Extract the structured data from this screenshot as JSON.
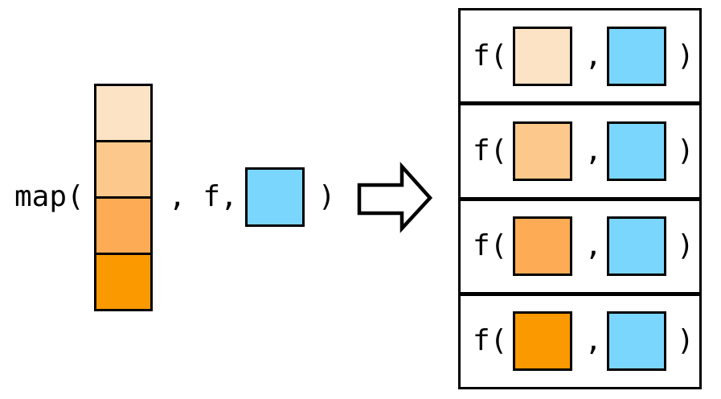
{
  "colors": {
    "background": "#FFFFFF",
    "border": "#000000",
    "text": "#000000",
    "scalar_blue": "#7AD6FC",
    "list_gradient": [
      "#FDE3C5",
      "#FDC88B",
      "#FDAB54",
      "#FB9900"
    ]
  },
  "map_expression": {
    "function_open": "map(",
    "separator_comma": ",",
    "function_arg": "f,",
    "close_paren": ")",
    "list_items": [
      {
        "name": "list-item-1",
        "color": "#FDE3C5"
      },
      {
        "name": "list-item-2",
        "color": "#FDC88B"
      },
      {
        "name": "list-item-3",
        "color": "#FDAB54"
      },
      {
        "name": "list-item-4",
        "color": "#FB9900"
      }
    ],
    "scalar_color": "#7AD6FC"
  },
  "arrow": {
    "icon": "right-block-arrow",
    "direction": "right",
    "fill": "#FFFFFF",
    "stroke": "#000000"
  },
  "result_table": {
    "rows": [
      {
        "open": "f(",
        "comma": ",",
        "close": ")",
        "item_color": "#FDE3C5",
        "scalar_color": "#7AD6FC"
      },
      {
        "open": "f(",
        "comma": ",",
        "close": ")",
        "item_color": "#FDC88B",
        "scalar_color": "#7AD6FC"
      },
      {
        "open": "f(",
        "comma": ",",
        "close": ")",
        "item_color": "#FDAB54",
        "scalar_color": "#7AD6FC"
      },
      {
        "open": "f(",
        "comma": ",",
        "close": ")",
        "item_color": "#FB9900",
        "scalar_color": "#7AD6FC"
      }
    ]
  }
}
